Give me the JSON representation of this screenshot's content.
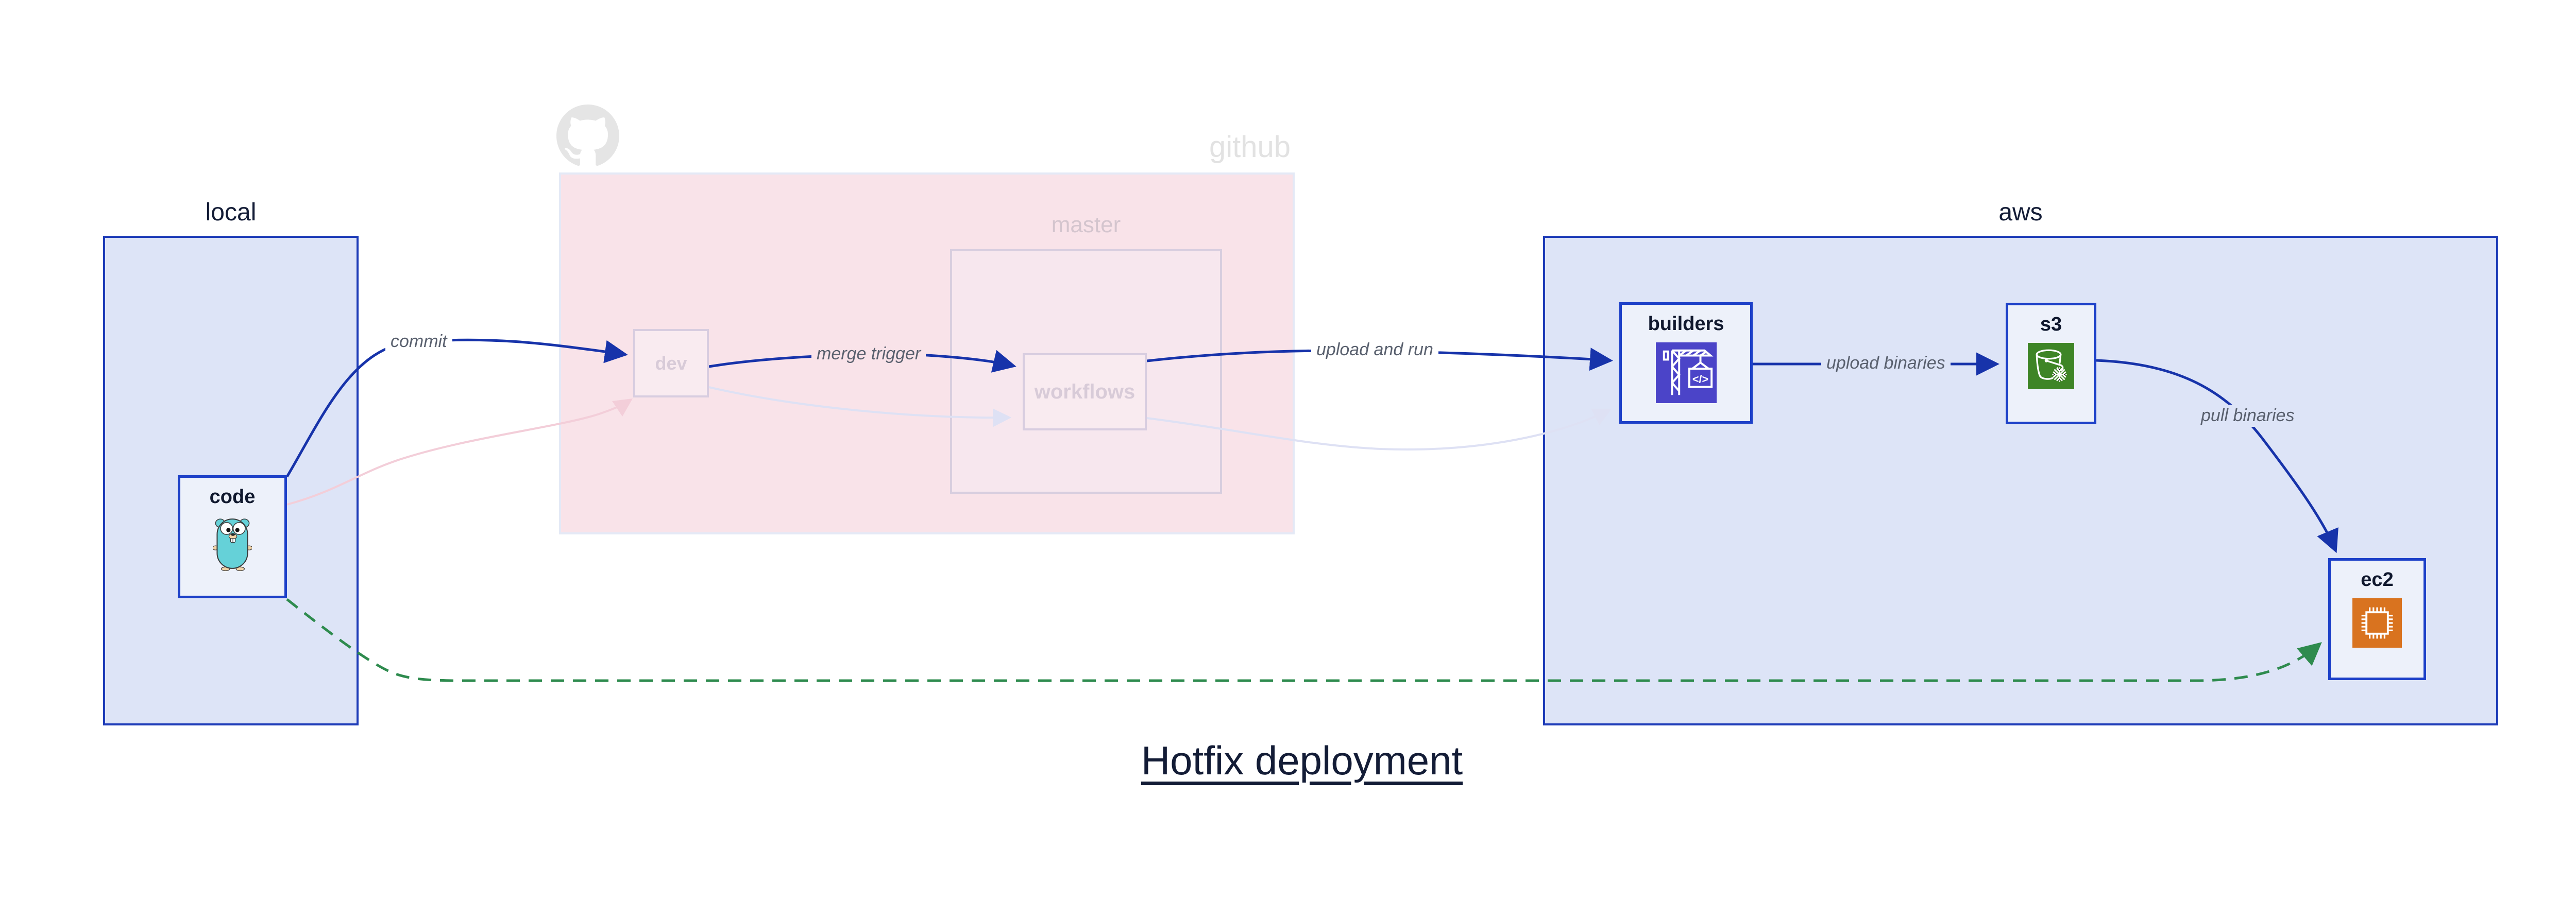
{
  "title": {
    "text": "Hotfix deployment"
  },
  "clusters": {
    "local": {
      "label": "local"
    },
    "github": {
      "label": "github",
      "master_label": "master"
    },
    "aws": {
      "label": "aws"
    }
  },
  "nodes": {
    "code": {
      "label": "code",
      "icon": "gopher-icon"
    },
    "dev": {
      "label": "dev",
      "icon": null
    },
    "workflows": {
      "label": "workflows",
      "icon": null
    },
    "builders": {
      "label": "builders",
      "icon": "codebuild-crane-icon"
    },
    "s3": {
      "label": "s3",
      "icon": "s3-bucket-snowflake-icon"
    },
    "ec2": {
      "label": "ec2",
      "icon": "ec2-chip-icon"
    }
  },
  "edges": [
    {
      "from": "code",
      "to": "dev",
      "label": "commit",
      "style": "solid-blue"
    },
    {
      "from": "dev",
      "to": "workflows",
      "label": "merge trigger",
      "style": "solid-blue"
    },
    {
      "from": "workflows",
      "to": "builders",
      "label": "upload and run",
      "style": "solid-blue"
    },
    {
      "from": "builders",
      "to": "s3",
      "label": "upload binaries",
      "style": "solid-blue"
    },
    {
      "from": "s3",
      "to": "ec2",
      "label": "pull binaries",
      "style": "solid-blue"
    },
    {
      "from": "code",
      "to": "dev",
      "label": "",
      "style": "faded-pink"
    },
    {
      "from": "dev",
      "to": "workflows",
      "label": "",
      "style": "faded-lavender"
    },
    {
      "from": "workflows",
      "to": "builders",
      "label": "",
      "style": "faded-lavender"
    },
    {
      "from": "code",
      "to": "ec2",
      "label": "",
      "style": "dashed-green"
    }
  ],
  "colors": {
    "cluster_fill_blue": "#dde4f7",
    "cluster_border_blue": "#1e3cb8",
    "github_fill_pink": "#f9e3e9",
    "master_fill_pink": "#f7e7ee",
    "faded_border": "#d8cde0",
    "node_fill": "#edf1fa",
    "node_border": "#1d40c8",
    "edge_blue": "#1733aa",
    "edge_faded_pink": "#f3ced9",
    "edge_faded_lavender": "#dee1f4",
    "edge_green_dashed": "#2e8b4e",
    "edge_label_gray": "#59606e",
    "github_logo_gray": "#e5e5e5",
    "codebuild_indigo": "#4b44c8",
    "s3_green": "#3e8526",
    "ec2_orange": "#d9731f",
    "gopher_teal": "#65d1d8",
    "dark_text": "#131c36"
  }
}
